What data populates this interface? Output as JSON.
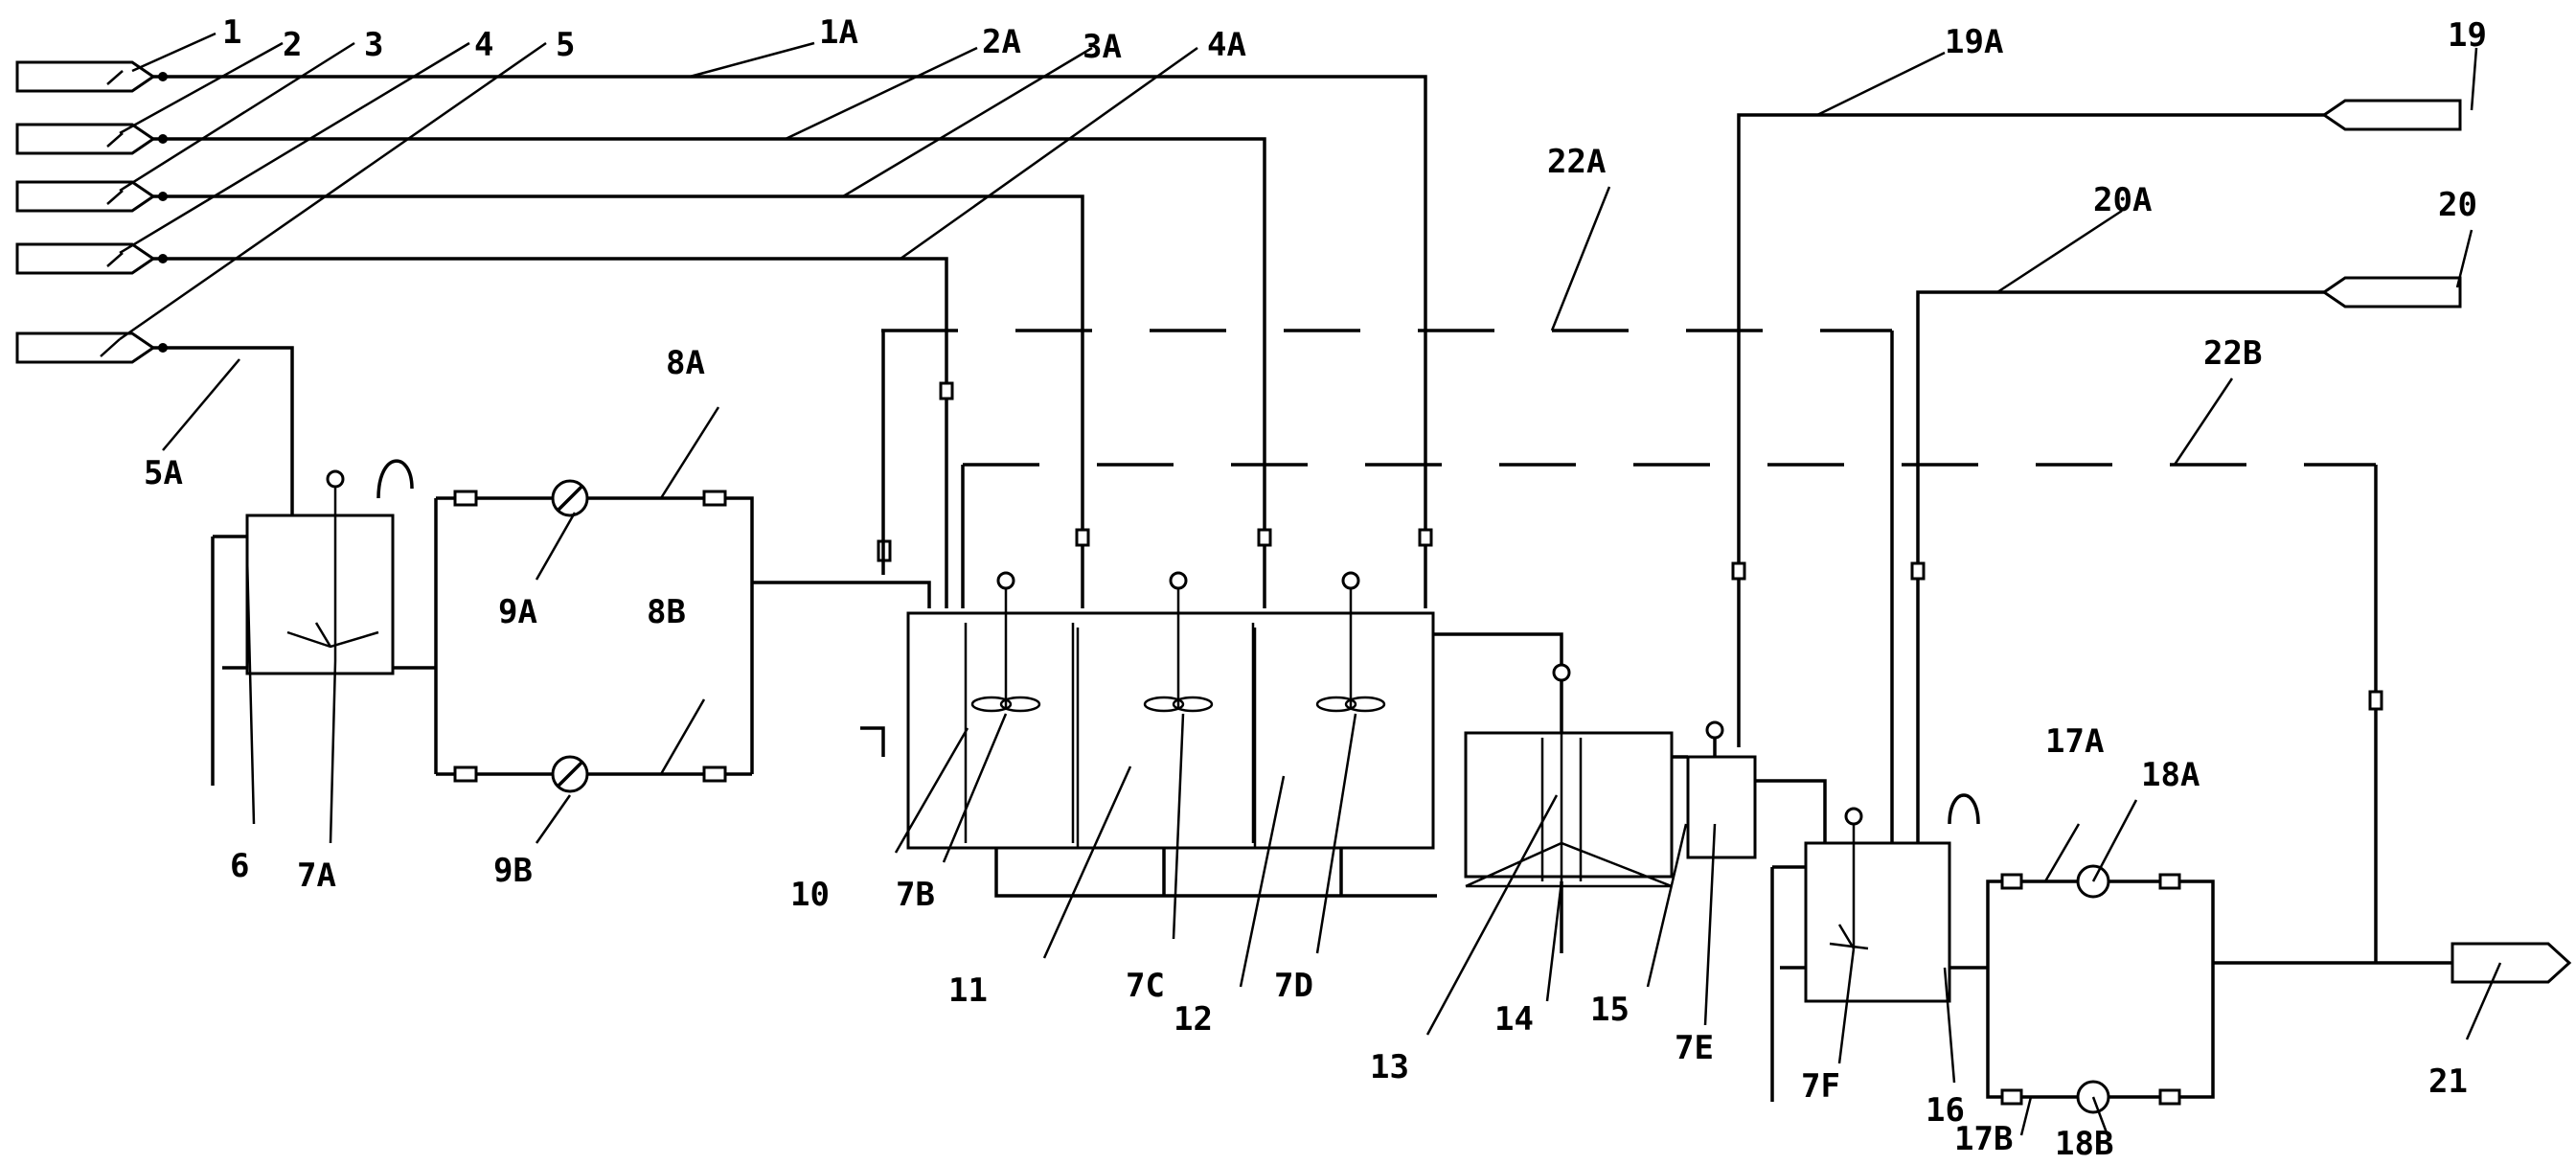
{
  "labels": {
    "l1": "1",
    "l2": "2",
    "l3": "3",
    "l4": "4",
    "l5": "5",
    "l1A": "1A",
    "l2A": "2A",
    "l3A": "3A",
    "l4A": "4A",
    "l5A": "5A",
    "l6": "6",
    "l7A": "7A",
    "l8A": "8A",
    "l8B": "8B",
    "l9A": "9A",
    "l9B": "9B",
    "l10": "10",
    "l7B": "7B",
    "l11": "11",
    "l7C": "7C",
    "l12": "12",
    "l7D": "7D",
    "l13": "13",
    "l14": "14",
    "l15": "15",
    "l7E": "7E",
    "l7F": "7F",
    "l16": "16",
    "l17A": "17A",
    "l17B": "17B",
    "l18A": "18A",
    "l18B": "18B",
    "l19": "19",
    "l19A": "19A",
    "l20": "20",
    "l20A": "20A",
    "l21": "21",
    "l22A": "22A",
    "l22B": "22B"
  }
}
